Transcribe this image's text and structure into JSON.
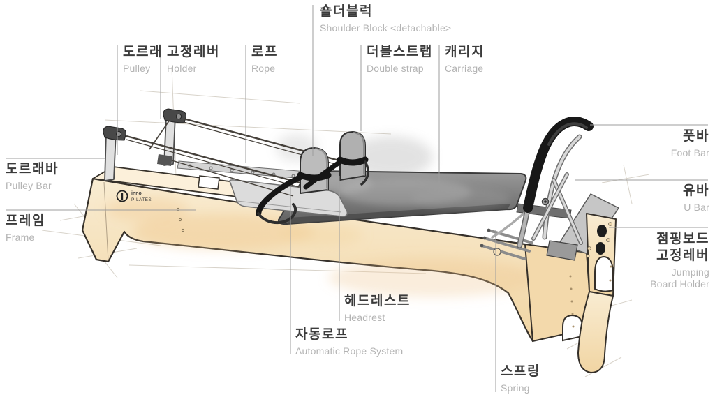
{
  "title": "Pilates reformer parts diagram",
  "colors": {
    "background": "#ffffff",
    "wood": "#f6e0b6",
    "wood_light": "#fcf0da",
    "outline": "#35302a",
    "carriage_pad": "#6f6f6f",
    "metal": "#c9c9c9",
    "black_parts": "#1b1b1b",
    "label_line": "#9d9d9d",
    "label_korean_text": "#3b3b3b",
    "label_english_text": "#b3b3b3"
  },
  "logo": {
    "line1": "inno",
    "line2": "PILATES"
  },
  "labels": {
    "shoulder_block": {
      "ko": "숄더블럭",
      "en": "Shoulder Block <detachable>"
    },
    "pulley": {
      "ko": "도르래",
      "en": "Pulley"
    },
    "holder": {
      "ko": "고정레버",
      "en": "Holder"
    },
    "rope": {
      "ko": "로프",
      "en": "Rope"
    },
    "double_strap": {
      "ko": "더블스트랩",
      "en": "Double strap"
    },
    "carriage": {
      "ko": "캐리지",
      "en": "Carriage"
    },
    "pulley_bar": {
      "ko": "도르래바",
      "en": "Pulley Bar"
    },
    "frame": {
      "ko": "프레임",
      "en": "Frame"
    },
    "foot_bar": {
      "ko": "풋바",
      "en": "Foot Bar"
    },
    "u_bar": {
      "ko": "유바",
      "en": "U Bar"
    },
    "jumping_board_holder": {
      "ko_line1": "점핑보드",
      "ko_line2": "고정레버",
      "en_line1": "Jumping",
      "en_line2": "Board Holder"
    },
    "headrest": {
      "ko": "헤드레스트",
      "en": "Headrest"
    },
    "automatic_rope": {
      "ko": "자동로프",
      "en": "Automatic Rope System"
    },
    "spring": {
      "ko": "스프링",
      "en": "Spring"
    }
  }
}
